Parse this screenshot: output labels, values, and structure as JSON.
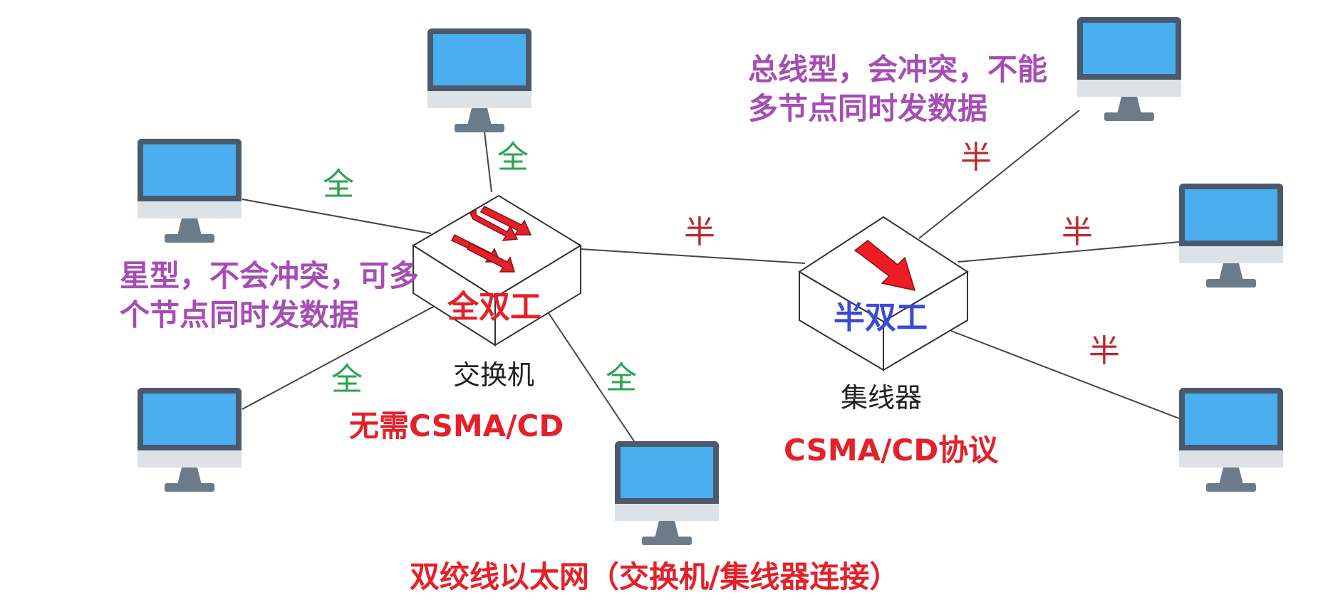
{
  "colors": {
    "screen": "#4aaeef",
    "monitor_frame": "#4a5a6c",
    "monitor_chin": "#dde2e7",
    "stand": "#6c7b89",
    "link_line": "#444444",
    "full_mark": "#2aa44f",
    "half_mark": "#c0272d",
    "note_purple": "#a54db5",
    "accent_red": "#e4202a",
    "accent_blue": "#3a4bd9"
  },
  "switch": {
    "mode_label": "全双工",
    "device_name": "交换机",
    "protocol_note": "无需CSMA/CD",
    "description": "星型，不会冲突，可多个节点同时发数据"
  },
  "hub": {
    "mode_label": "半双工",
    "device_name": "集线器",
    "protocol_note": "CSMA/CD协议",
    "description": "总线型，会冲突，不能多节点同时发数据"
  },
  "link_marks": {
    "switch_left_top": "全",
    "switch_top": "全",
    "switch_left_bottom": "全",
    "switch_bottom": "全",
    "trunk": "半",
    "hub_right_top": "半",
    "hub_right_middle": "半",
    "hub_right_bottom": "半"
  },
  "footer_caption": "双绞线以太网（交换机/集线器连接）"
}
